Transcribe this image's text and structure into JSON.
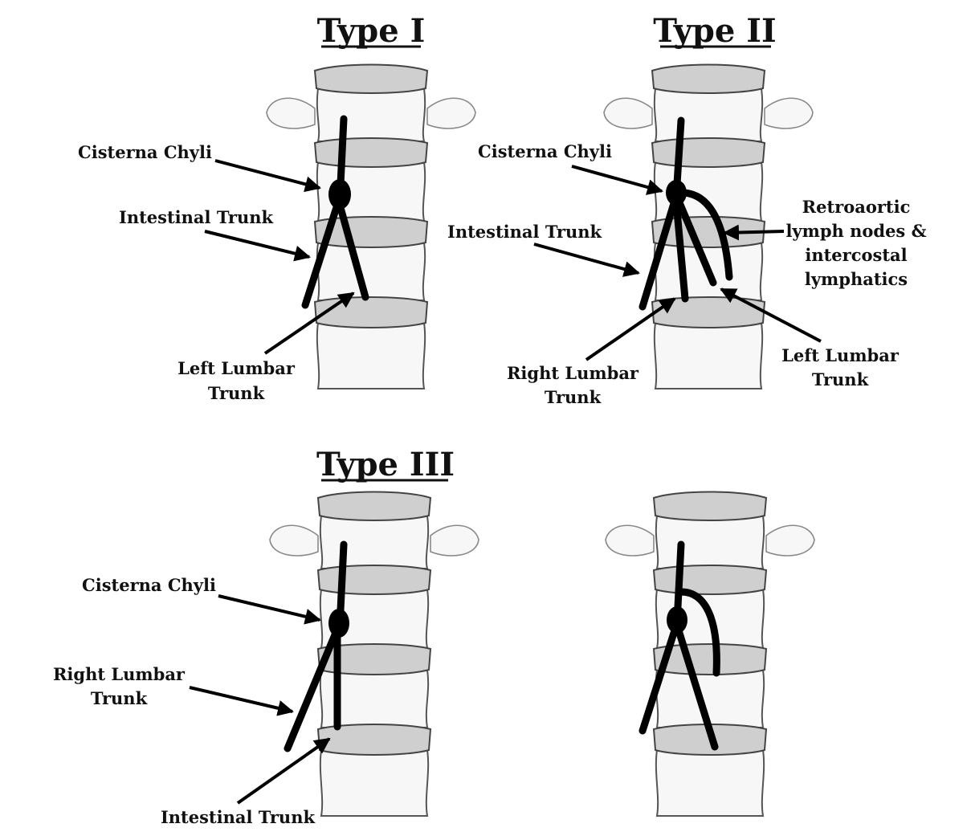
{
  "panels": {
    "type1": {
      "title": "Type I",
      "labels": {
        "cisterna": "Cisterna Chyli",
        "intestinal": "Intestinal Trunk",
        "left_lumbar_1": "Left Lumbar",
        "left_lumbar_2": "Trunk"
      }
    },
    "type2": {
      "title": "Type II",
      "labels": {
        "cisterna": "Cisterna Chyli",
        "intestinal": "Intestinal Trunk",
        "retro_1": "Retroaortic",
        "retro_2": "lymph nodes &",
        "retro_3": "intercostal",
        "retro_4": "lymphatics",
        "right_lumbar_1": "Right Lumbar",
        "right_lumbar_2": "Trunk",
        "left_lumbar_1": "Left Lumbar",
        "left_lumbar_2": "Trunk"
      }
    },
    "type3": {
      "title": "Type III",
      "labels": {
        "cisterna": "Cisterna Chyli",
        "right_lumbar_1": "Right Lumbar",
        "right_lumbar_2": "Trunk",
        "intestinal": "Intestinal Trunk"
      }
    },
    "type4": {}
  }
}
